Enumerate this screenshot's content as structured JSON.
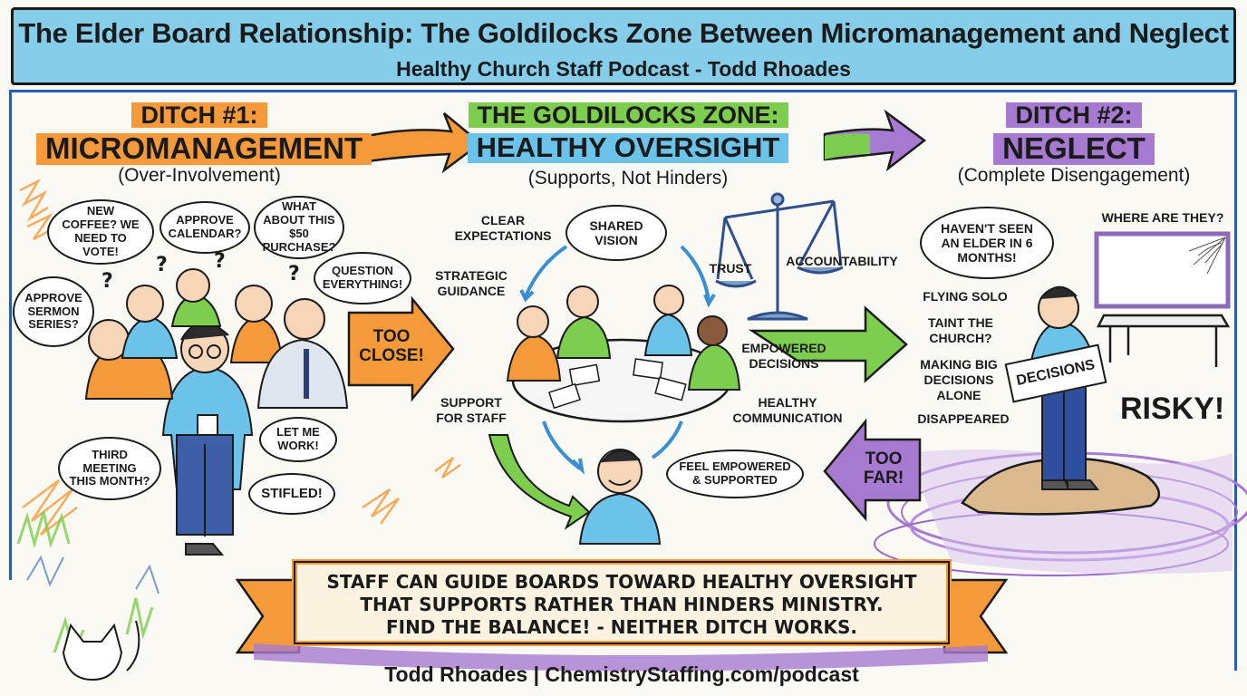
{
  "header": {
    "title": "The Elder Board Relationship: The Goldilocks Zone Between Micromanagement and Neglect",
    "subtitle": "Healthy Church Staff Podcast - Todd Rhoades"
  },
  "ditch1": {
    "line1": "DITCH #1:",
    "line2": "MICROMANAGEMENT",
    "sub": "(Over-Involvement)",
    "bubbles": {
      "coffee": "NEW COFFEE? WE NEED TO VOTE!",
      "calendar": "APPROVE CALENDAR?",
      "purchase": "WHAT ABOUT THIS $50 PURCHASE?",
      "question": "QUESTION EVERYTHING!",
      "sermon": "APPROVE SERMON SERIES?",
      "third": "THIRD MEETING THIS MONTH?",
      "letme": "LET ME WORK!",
      "stifled": "STIFLED!"
    },
    "arrow": "TOO CLOSE!"
  },
  "goldilocks": {
    "line1": "THE GOLDILOCKS ZONE:",
    "line2": "HEALTHY OVERSIGHT",
    "sub": "(Supports, Not Hinders)",
    "labels": {
      "clear": "CLEAR EXPECTATIONS",
      "strategic": "STRATEGIC GUIDANCE",
      "shared": "SHARED VISION",
      "trust": "TRUST",
      "accountability": "ACCOUNTABILITY",
      "empowered": "EMPOWERED DECISIONS",
      "healthy": "HEALTHY COMMUNICATION",
      "support": "SUPPORT FOR STAFF",
      "feel": "FEEL EMPOWERED & SUPPORTED"
    }
  },
  "ditch2": {
    "line1": "DITCH #2:",
    "line2": "NEGLECT",
    "sub": "(Complete Disengagement)",
    "bubbles": {
      "haventseen": "HAVEN'T SEEN AN ELDER IN 6 MONTHS!"
    },
    "labels": {
      "where": "WHERE ARE THEY?",
      "flying": "FLYING SOLO",
      "taint": "TAINT THE CHURCH?",
      "making": "MAKING BIG DECISIONS ALONE",
      "disappeared": "DISAPPEARED",
      "sign": "DECISIONS",
      "risky": "RISKY!"
    },
    "arrow": "TOO FAR!"
  },
  "banner": {
    "line1": "STAFF CAN GUIDE BOARDS TOWARD HEALTHY OVERSIGHT",
    "line2": "THAT SUPPORTS RATHER THAN HINDERS MINISTRY.",
    "line3": "FIND THE BALANCE! - NEITHER DITCH WORKS."
  },
  "footer": {
    "text": "Todd Rhoades | ChemistryStaffing.com/podcast"
  },
  "colors": {
    "header_bg": "#86cdea",
    "orange": "#f59a3a",
    "green": "#7dcd4e",
    "blue": "#6cc3ea",
    "purple": "#a67ad0",
    "frame": "#2a5db0"
  }
}
